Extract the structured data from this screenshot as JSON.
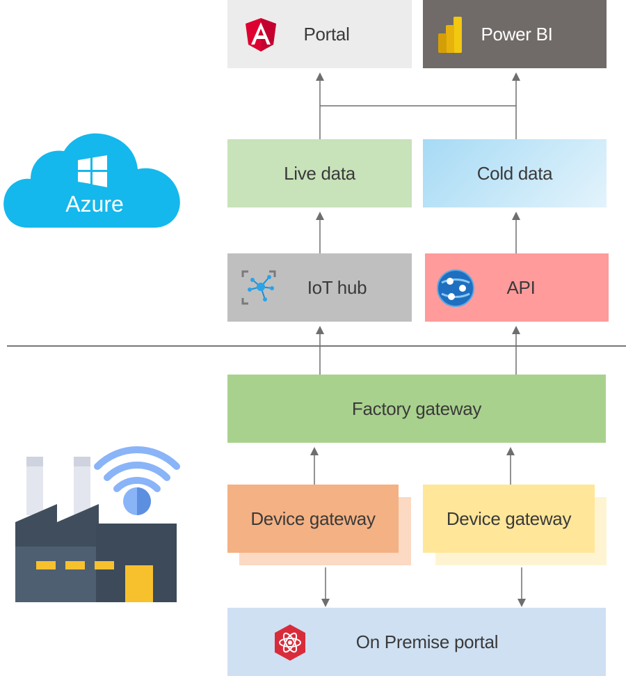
{
  "cloud": {
    "label": "Azure",
    "color": "#14b8ec"
  },
  "nodes": {
    "portal": {
      "label": "Portal",
      "color": "#ececec",
      "icon": "angular-icon"
    },
    "power_bi": {
      "label": "Power BI",
      "color": "#706b68",
      "text_color": "#ffffff",
      "icon": "power-bi-icon"
    },
    "live_data": {
      "label": "Live data",
      "color": "#c8e2b9"
    },
    "cold_data": {
      "label": "Cold data",
      "color": "#c0e4f7"
    },
    "iot_hub": {
      "label": "IoT hub",
      "color": "#bfbfbf",
      "icon": "iot-hub-icon"
    },
    "api": {
      "label": "API",
      "color": "#ff9b9b",
      "icon": "app-service-globe-icon"
    },
    "factory_gateway": {
      "label": "Factory gateway",
      "color": "#a9d18e"
    },
    "device_gateway_1": {
      "label": "Device gateway",
      "color": "#f4b183"
    },
    "device_gateway_2": {
      "label": "Device gateway",
      "color": "#ffe699"
    },
    "on_premise_portal": {
      "label": "On Premise portal",
      "color": "#cfe0f3",
      "icon": "electron-icon"
    }
  },
  "factory": {
    "icon": "factory-wifi-icon"
  },
  "colors": {
    "arrow": "#6e6e6e",
    "divider": "#4a4a4a"
  }
}
